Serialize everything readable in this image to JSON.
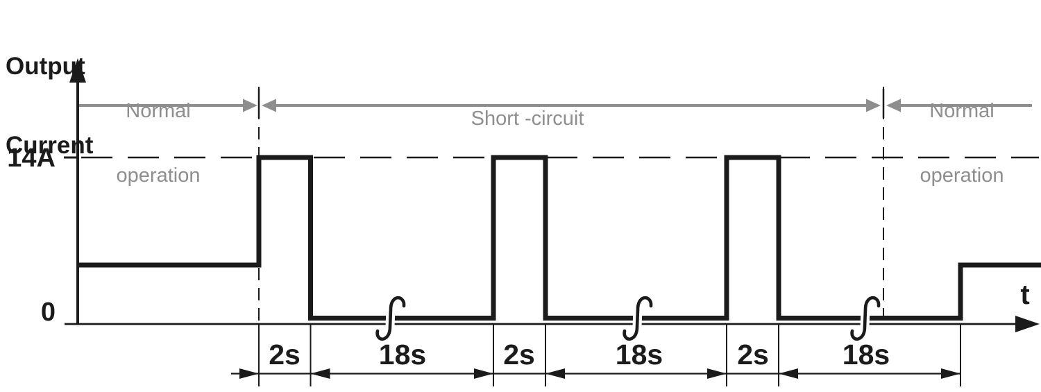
{
  "y_axis": {
    "title_line1": "Output",
    "title_line2": "Current",
    "tick_max": "14A",
    "tick_zero": "0"
  },
  "x_axis": {
    "label": "t"
  },
  "phases": {
    "left": {
      "line1": "Normal",
      "line2": "operation"
    },
    "middle": {
      "line1": "Short -circuit"
    },
    "right": {
      "line1": "Normal",
      "line2": "operation"
    }
  },
  "durations": [
    "2s",
    "18s",
    "2s",
    "18s",
    "2s",
    "18s"
  ],
  "colors": {
    "ink": "#1b1b1b",
    "annotation_gray": "#8e8e8e"
  },
  "chart_data": {
    "type": "line",
    "title": "",
    "ylabel": "Output Current",
    "xlabel": "t",
    "y_tick_labels": [
      "14A",
      "0"
    ],
    "grid": false,
    "reference_line": "dashed horizontal line at 14A",
    "phases": [
      "Normal operation",
      "Short -circuit",
      "Normal operation"
    ],
    "waveform": [
      {
        "phase": "Normal operation",
        "level": "constant unlabeled level between 0 and 14A"
      },
      {
        "phase": "Short -circuit",
        "repeats": 3,
        "cycle": [
          {
            "level": "14A",
            "duration": "2s"
          },
          {
            "level": "0",
            "duration": "18s"
          }
        ]
      },
      {
        "phase": "Normal operation",
        "level": "returns to same unlabeled level"
      }
    ],
    "dimension_labels_bottom": [
      "2s",
      "18s",
      "2s",
      "18s",
      "2s",
      "18s"
    ],
    "axis_break_marks_on_zero_line": 3,
    "peak_current": "14A"
  }
}
